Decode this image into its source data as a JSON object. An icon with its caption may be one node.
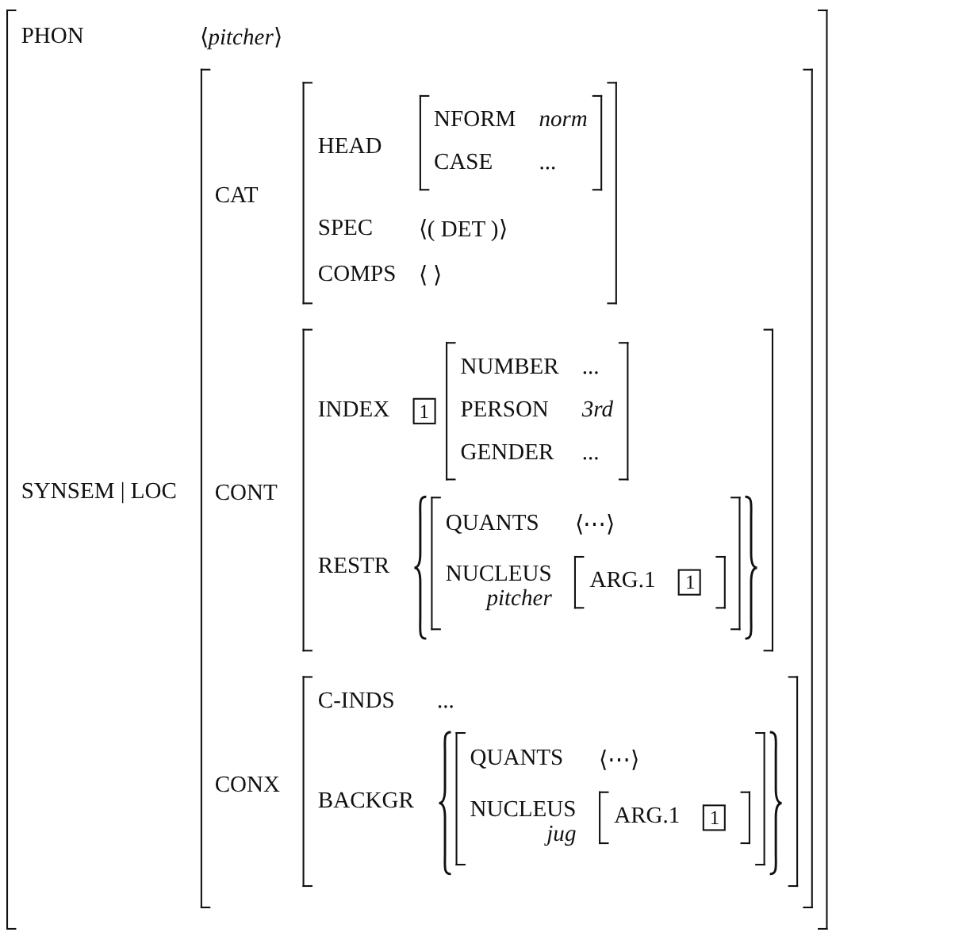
{
  "diagram": {
    "labels": [
      "PHON",
      "⟨*pitcher*⟩",
      "SYNSEM | LOC",
      "CAT",
      "HEAD",
      "NFORM",
      "norm",
      "CASE",
      "...",
      "SPEC",
      "⟨( DET )⟩",
      "COMPS",
      "⟨ ⟩",
      "CONT",
      "INDEX",
      "1",
      "NUMBER",
      "...",
      "PERSON",
      "3rd",
      "GENDER",
      "...",
      "RESTR",
      "QUANTS",
      "⟨⋯⟩",
      "NUCLEUS",
      "pitcher",
      "ARG.1",
      "1",
      "CONX",
      "C-INDS",
      "...",
      "BACKGR",
      "QUANTS",
      "⟨⋯⟩",
      "NUCLEUS",
      "jug",
      "ARG.1",
      "1"
    ]
  }
}
